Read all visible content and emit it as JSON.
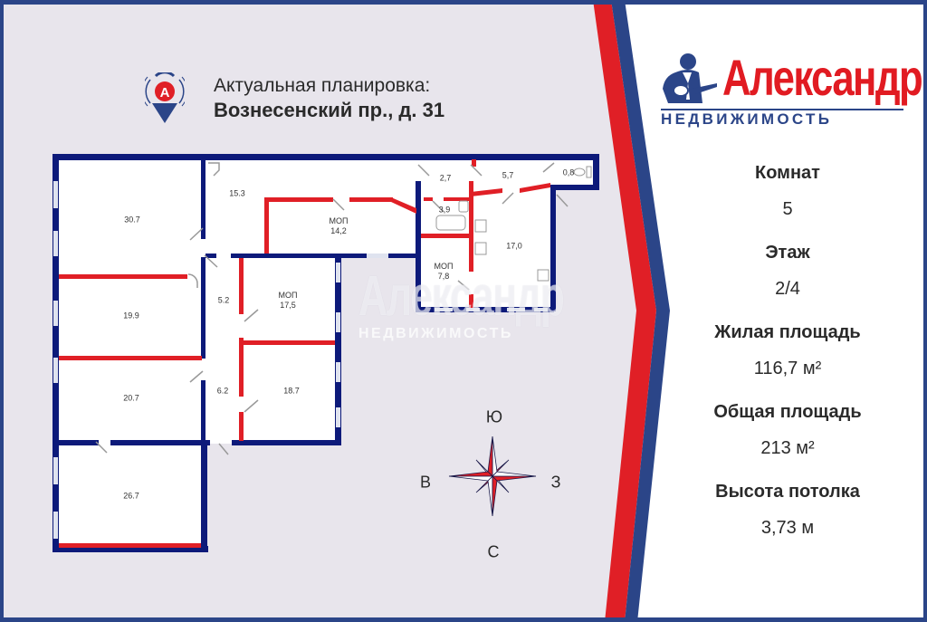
{
  "header": {
    "line1": "Актуальная планировка:",
    "line2": "Вознесенский пр., д. 31",
    "pin_letter": "А"
  },
  "logo": {
    "brand": "Александр",
    "sub": "НЕДВИЖИМОСТЬ"
  },
  "watermark": {
    "brand": "Александр",
    "sub": "НЕДВИЖИМОСТЬ"
  },
  "specs": [
    {
      "label": "Комнат",
      "value": "5"
    },
    {
      "label": "Этаж",
      "value": "2/4"
    },
    {
      "label": "Жилая площадь",
      "value": "116,7 м²"
    },
    {
      "label": "Общая площадь",
      "value": "213 м²"
    },
    {
      "label": "Высота потолка",
      "value": "3,73 м"
    }
  ],
  "rooms": [
    {
      "id": "r1",
      "label": "",
      "area": "30.7"
    },
    {
      "id": "r2",
      "label": "",
      "area": "15.3"
    },
    {
      "id": "r3",
      "label": "МОП",
      "area": "14,2"
    },
    {
      "id": "r4",
      "label": "",
      "area": "2,7"
    },
    {
      "id": "r5",
      "label": "",
      "area": "5,7"
    },
    {
      "id": "r6",
      "label": "",
      "area": "0,8"
    },
    {
      "id": "r7",
      "label": "",
      "area": "3,9"
    },
    {
      "id": "r8",
      "label": "",
      "area": "17,0"
    },
    {
      "id": "r9",
      "label": "МОП",
      "area": "7,8"
    },
    {
      "id": "r10",
      "label": "",
      "area": "19.9"
    },
    {
      "id": "r11",
      "label": "",
      "area": "5.2"
    },
    {
      "id": "r12",
      "label": "МОП",
      "area": "17,5"
    },
    {
      "id": "r13",
      "label": "",
      "area": "20.7"
    },
    {
      "id": "r14",
      "label": "",
      "area": "6.2"
    },
    {
      "id": "r15",
      "label": "",
      "area": "18.7"
    },
    {
      "id": "r16",
      "label": "",
      "area": "26.7"
    }
  ],
  "compass": {
    "top": "Ю",
    "bottom": "С",
    "left": "В",
    "right": "З"
  },
  "colors": {
    "wall_blue": "#0d1a7a",
    "wall_red": "#e01f26",
    "frame_blue": "#2b4588",
    "brand_red": "#e11b22",
    "panel_bg": "#e8e5ec"
  }
}
